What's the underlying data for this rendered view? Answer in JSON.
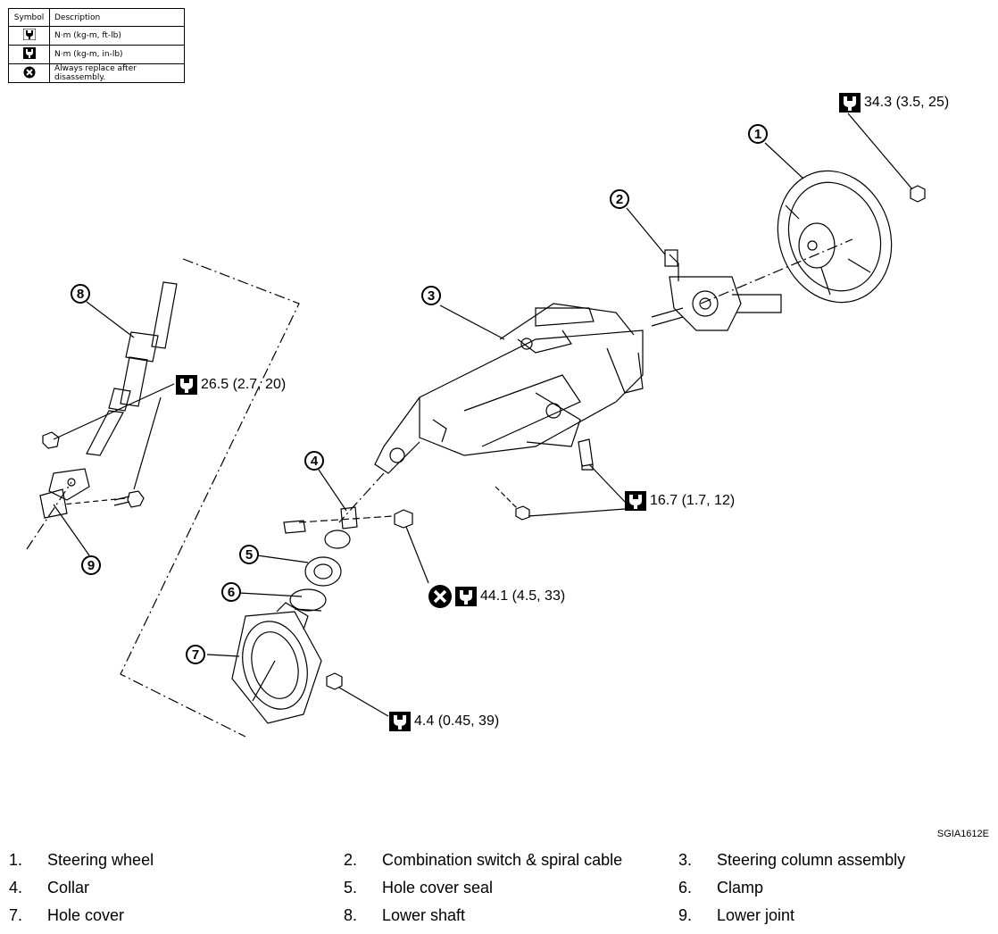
{
  "legend": {
    "header_symbol": "Symbol",
    "header_description": "Description",
    "rows": [
      {
        "icon": "wrench-ftlb-icon",
        "description": "N·m (kg-m, ft-lb)"
      },
      {
        "icon": "wrench-inlb-icon",
        "description": "N·m (kg-m, in-lb)"
      },
      {
        "icon": "replace-icon",
        "description": "Always replace after disassembly."
      }
    ]
  },
  "torques": {
    "t1": "34.3 (3.5, 25)",
    "t2": "26.5 (2.7, 20)",
    "t3": "16.7 (1.7, 12)",
    "t4": "44.1 (4.5, 33)",
    "t5": "4.4 (0.45, 39)"
  },
  "callouts": [
    "1",
    "2",
    "3",
    "4",
    "5",
    "6",
    "7",
    "8",
    "9"
  ],
  "figure_code": "SGIA1612E",
  "parts": [
    {
      "num": "1.",
      "name": "Steering wheel"
    },
    {
      "num": "2.",
      "name": "Combination switch & spiral cable"
    },
    {
      "num": "3.",
      "name": "Steering column assembly"
    },
    {
      "num": "4.",
      "name": "Collar"
    },
    {
      "num": "5.",
      "name": "Hole cover seal"
    },
    {
      "num": "6.",
      "name": "Clamp"
    },
    {
      "num": "7.",
      "name": "Hole cover"
    },
    {
      "num": "8.",
      "name": "Lower shaft"
    },
    {
      "num": "9.",
      "name": "Lower joint"
    }
  ]
}
